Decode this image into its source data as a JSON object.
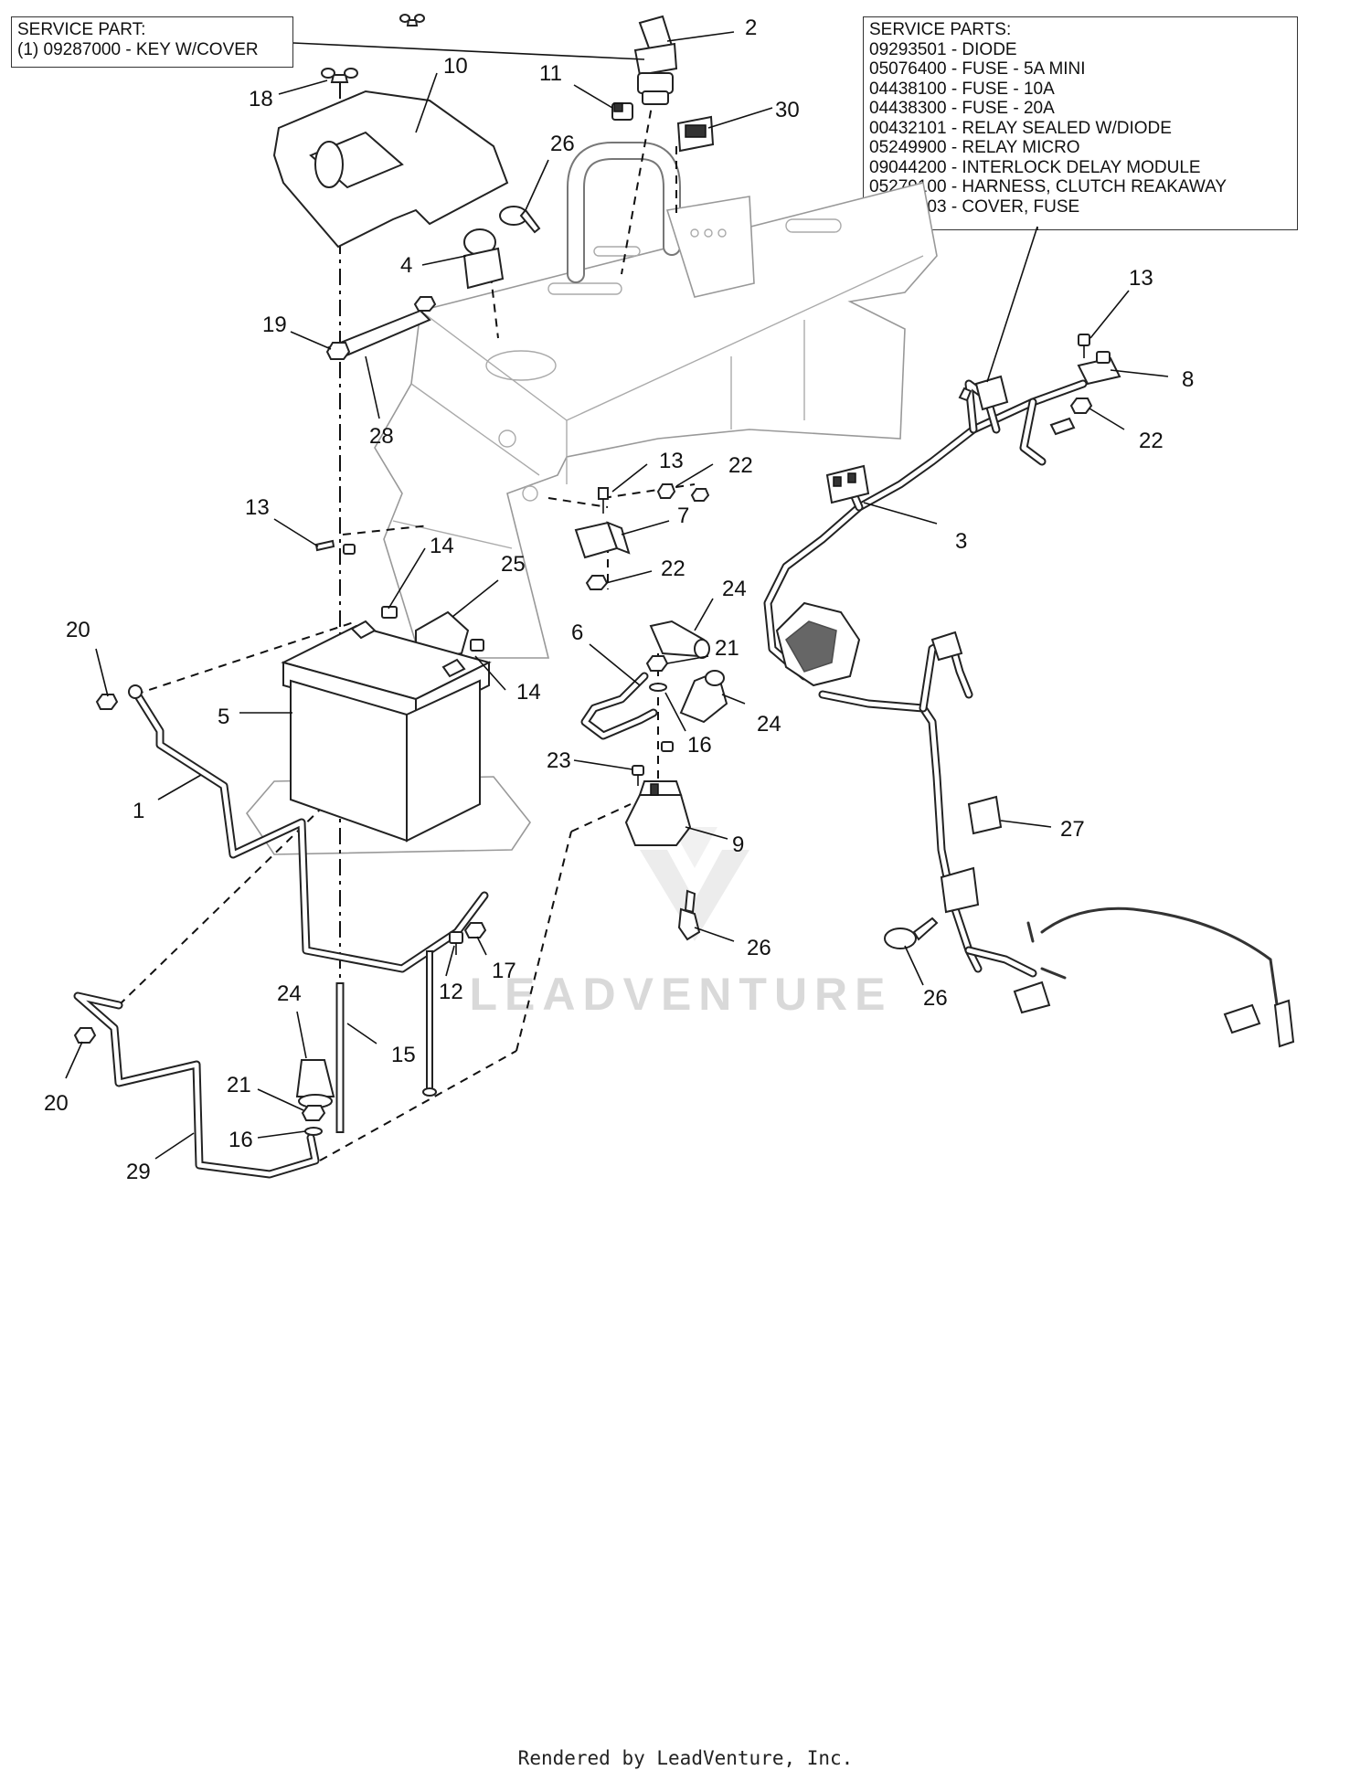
{
  "service_part_box": {
    "heading": "SERVICE PART:",
    "items": [
      "(1) 09287000 - KEY W/COVER"
    ]
  },
  "service_parts_box": {
    "heading": "SERVICE PARTS:",
    "items": [
      "09293501 - DIODE",
      "05076400 - FUSE - 5A MINI",
      "04438100 - FUSE - 10A",
      "04438300 - FUSE - 20A",
      "00432101 - RELAY SEALED W/DIODE",
      "05249900 - RELAY MICRO",
      "09044200 - INTERLOCK DELAY MODULE",
      "05279100 - HARNESS, CLUTCH REAKAWAY",
      "22000203 - COVER, FUSE"
    ]
  },
  "callouts": {
    "c2": "2",
    "c10": "10",
    "c11": "11",
    "c30": "30",
    "c18": "18",
    "c26a": "26",
    "c4": "4",
    "c19": "19",
    "c28": "28",
    "c13a": "13",
    "c8": "8",
    "c22a": "22",
    "c13b": "13",
    "c22b": "22",
    "c13c": "13",
    "c7": "7",
    "c3": "3",
    "c14a": "14",
    "c22c": "22",
    "c25": "25",
    "c24a": "24",
    "c20a": "20",
    "c6": "6",
    "c21a": "21",
    "c5": "5",
    "c14b": "14",
    "c24b": "24",
    "c16a": "16",
    "c23": "23",
    "c1": "1",
    "c9": "9",
    "c27": "27",
    "c26b": "26",
    "c26c": "26",
    "c12": "12",
    "c17": "17",
    "c24c": "24",
    "c15": "15",
    "c21b": "21",
    "c20b": "20",
    "c16b": "16",
    "c29": "29"
  },
  "watermark": {
    "text": "LEADVENTURE"
  },
  "footer": {
    "text": "Rendered by LeadVenture, Inc."
  }
}
